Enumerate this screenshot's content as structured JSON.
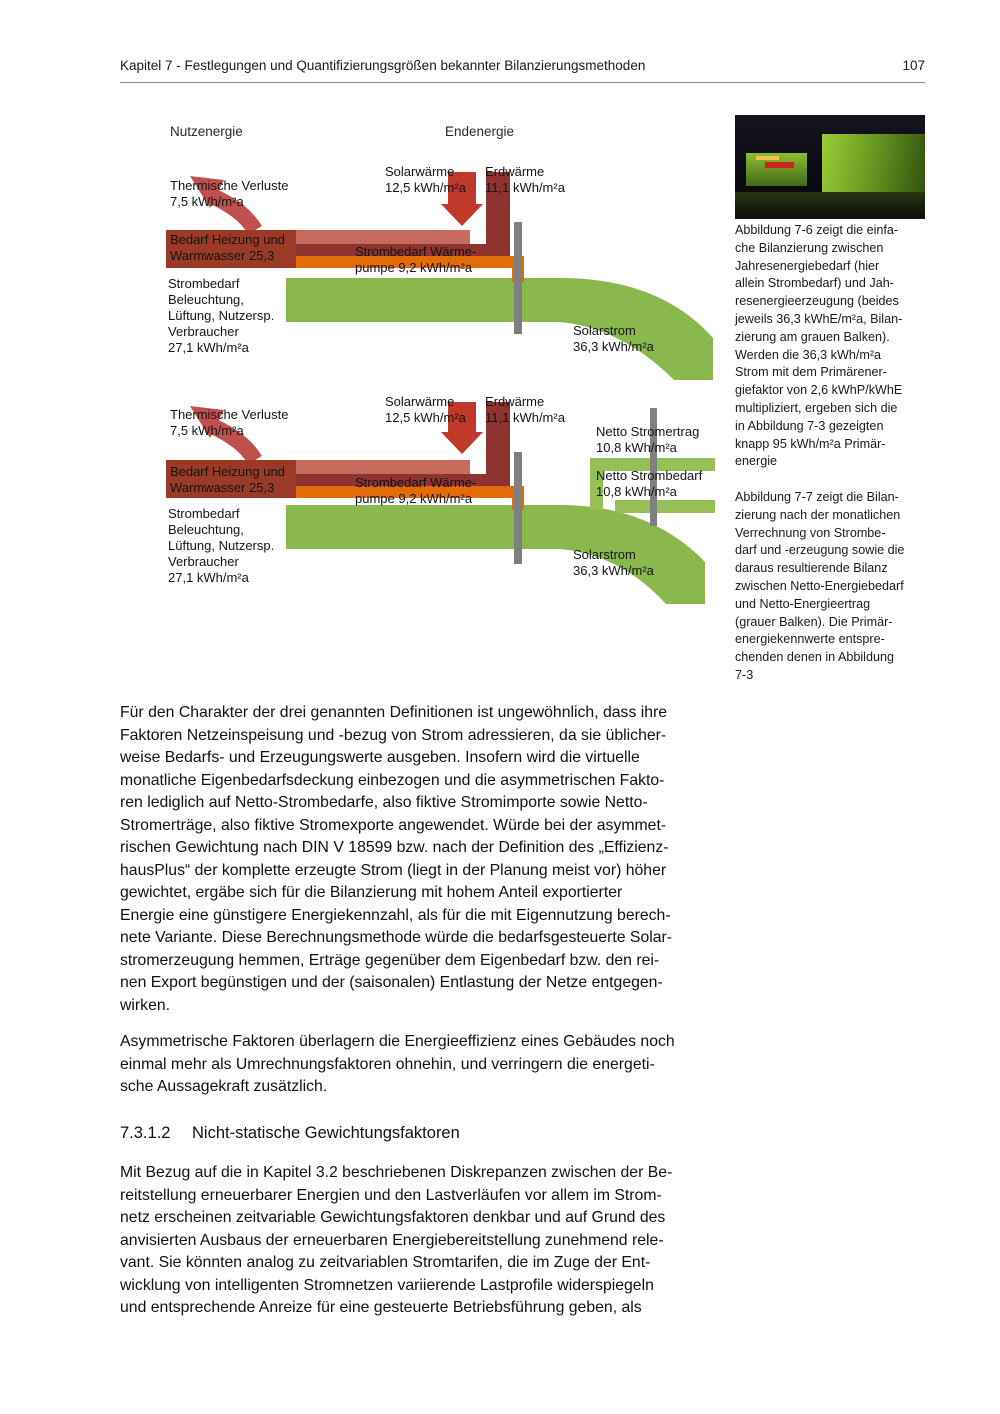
{
  "header": {
    "title": "Kapitel 7 - Festlegungen und Quantifizierungsgrößen bekannter Bilanzierungsmethoden",
    "page_number": "107"
  },
  "diagram_top": {
    "axis_left": "Nutzenergie",
    "axis_right": "Endenergie",
    "thermische_line1": "Thermische Verluste",
    "thermische_line2": "7,5 kWh/m²a",
    "solarwaerme_line1": "Solarwärme",
    "solarwaerme_line2": "12,5 kWh/m²a",
    "erdwaerme_line1": "Erdwärme",
    "erdwaerme_line2": "11,1 kWh/m²a",
    "bedarf_line1": "Bedarf Heizung und",
    "bedarf_line2": "Warmwasser 25,3",
    "strom_wp_line1": "Strombedarf Wärme-",
    "strom_wp_line2": "pumpe 9,2 kWh/m²a",
    "strom_verbraucher_lines": [
      "Strombedarf",
      "Beleuchtung,",
      "Lüftung, Nutzersp.",
      "Verbraucher",
      "27,1 kWh/m²a"
    ],
    "solarstrom_line1": "Solarstrom",
    "solarstrom_line2": "36,3 kWh/m²a"
  },
  "diagram_bottom": {
    "thermische_line1": "Thermische Verluste",
    "thermische_line2": "7,5 kWh/m²a",
    "solarwaerme_line1": "Solarwärme",
    "solarwaerme_line2": "12,5 kWh/m²a",
    "erdwaerme_line1": "Erdwärme",
    "erdwaerme_line2": "11,1 kWh/m²a",
    "bedarf_line1": "Bedarf Heizung und",
    "bedarf_line2": "Warmwasser 25,3",
    "strom_wp_line1": "Strombedarf Wärme-",
    "strom_wp_line2": "pumpe 9,2 kWh/m²a",
    "strom_verbraucher_lines": [
      "Strombedarf",
      "Beleuchtung,",
      "Lüftung, Nutzersp.",
      "Verbraucher",
      "27,1 kWh/m²a"
    ],
    "netto_ertrag_line1": "Netto Stromertrag",
    "netto_ertrag_line2": "10,8 kWh/m²a",
    "netto_bedarf_line1": "Netto Strombedarf",
    "netto_bedarf_line2": "10,8 kWh/m²a",
    "solarstrom_line1": "Solarstrom",
    "solarstrom_line2": "36,3 kWh/m²a"
  },
  "margin_notes": {
    "note1_lines": [
      "Abbildung 7-6 zeigt die einfa-",
      "che Bilanzierung zwischen",
      "Jahresenergiebedarf (hier",
      "allein Strombedarf) und Jah-",
      "resenergieerzeugung (beides",
      "jeweils 36,3 kWhE/m²a, Bilan-",
      "zierung am grauen Balken).",
      "Werden die 36,3 kWh/m²a",
      "Strom mit dem Primärener-",
      "giefaktor von 2,6 kWhP/kWhE",
      "multipliziert, ergeben sich die",
      "in Abbildung 7-3 gezeigten",
      "knapp 95 kWh/m²a Primär-",
      "energie"
    ],
    "note2_lines": [
      "Abbildung 7-7 zeigt die Bilan-",
      "zierung nach der monatlichen",
      "Verrechnung von Strombe-",
      "darf und -erzeugung sowie die",
      "daraus resultierende Bilanz",
      "zwischen Netto-Energiebedarf",
      "und Netto-Energieertrag",
      "(grauer Balken). Die Primär-",
      "energiekennwerte entspre-",
      "chenden denen in Abbildung",
      "7-3"
    ]
  },
  "body": {
    "para1_lines": [
      "Für den Charakter der drei genannten Definitionen ist ungewöhnlich, dass ihre",
      "Faktoren Netzeinspeisung und -bezug von Strom adressieren, da sie üblicher-",
      "weise Bedarfs- und Erzeugungswerte ausgeben. Insofern wird die virtuelle",
      "monatliche Eigenbedarfsdeckung einbezogen und die asymmetrischen Fakto-",
      "ren lediglich auf Netto-Strombedarfe, also fiktive Stromimporte sowie Netto-",
      "Stromerträge, also fiktive Stromexporte angewendet. Würde bei der asymmet-",
      "rischen Gewichtung nach DIN V 18599 bzw. nach der Definition des „Effizienz-",
      "hausPlus“ der komplette erzeugte Strom (liegt in der Planung meist vor) höher",
      "gewichtet, ergäbe sich für die Bilanzierung mit hohem Anteil exportierter",
      "Energie eine günstigere Energiekennzahl, als für die mit Eigennutzung berech-",
      "nete Variante. Diese Berechnungsmethode würde die bedarfsgesteuerte Solar-",
      "stromerzeugung hemmen, Erträge gegenüber dem Eigenbedarf bzw. den rei-",
      "nen Export begünstigen und der (saisonalen) Entlastung der Netze entgegen-",
      "wirken."
    ],
    "para2_lines": [
      "Asymmetrische Faktoren überlagern die Energieeffizienz eines Gebäudes noch",
      "einmal mehr als Umrechnungsfaktoren ohnehin, und verringern die energeti-",
      "sche Aussagekraft zusätzlich."
    ],
    "section_number": "7.3.1.2",
    "section_title": "Nicht-statische Gewichtungsfaktoren",
    "para3_lines": [
      "Mit Bezug auf die in Kapitel 3.2 beschriebenen Diskrepanzen zwischen der Be-",
      "reitstellung erneuerbarer Energien und den Lastverläufen vor allem im Strom-",
      "netz erscheinen zeitvariable Gewichtungsfaktoren denkbar und auf Grund des",
      "anvisierten Ausbaus der erneuerbaren Energiebereitstellung zunehmend rele-",
      "vant. Sie könnten analog zu zeitvariablen Stromtarifen, die im Zuge der Ent-",
      "wicklung von intelligenten Stromnetzen variierende Lastprofile widerspiegeln",
      "und entsprechende Anreize für eine gesteuerte Betriebsführung geben, als"
    ]
  },
  "colors": {
    "flow_red": "#c0504d",
    "flow_bright_red": "#c0392b",
    "flow_dark_red": "#8e3330",
    "flow_orange": "#e36c0a",
    "flow_green": "#8ab84f",
    "node_dark_red": "#9c3a28",
    "balance_gray": "#7f7f7f"
  }
}
